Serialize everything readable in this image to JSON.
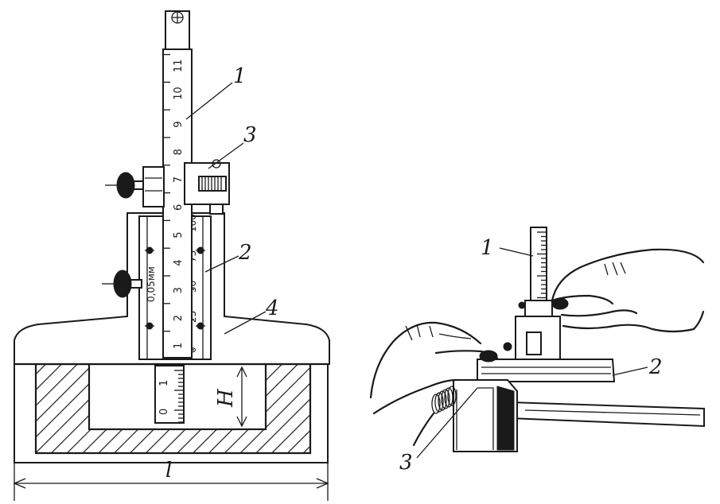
{
  "figure_a": {
    "callouts": {
      "ruler": "1",
      "vernier": "2",
      "clamp": "3",
      "base": "4"
    },
    "dimension_height": "H",
    "dimension_length": "l",
    "ruler_scale": [
      "1",
      "2",
      "3",
      "4",
      "5",
      "6",
      "7",
      "8",
      "9",
      "10",
      "11"
    ],
    "vernier_scale": [
      "0",
      "25",
      "50",
      "75",
      "100"
    ],
    "vernier_precision": "0,05мм",
    "probe_scale": [
      "0",
      "1"
    ]
  },
  "figure_b": {
    "callouts": {
      "ruler": "1",
      "bar": "2",
      "workpiece": "3"
    }
  }
}
